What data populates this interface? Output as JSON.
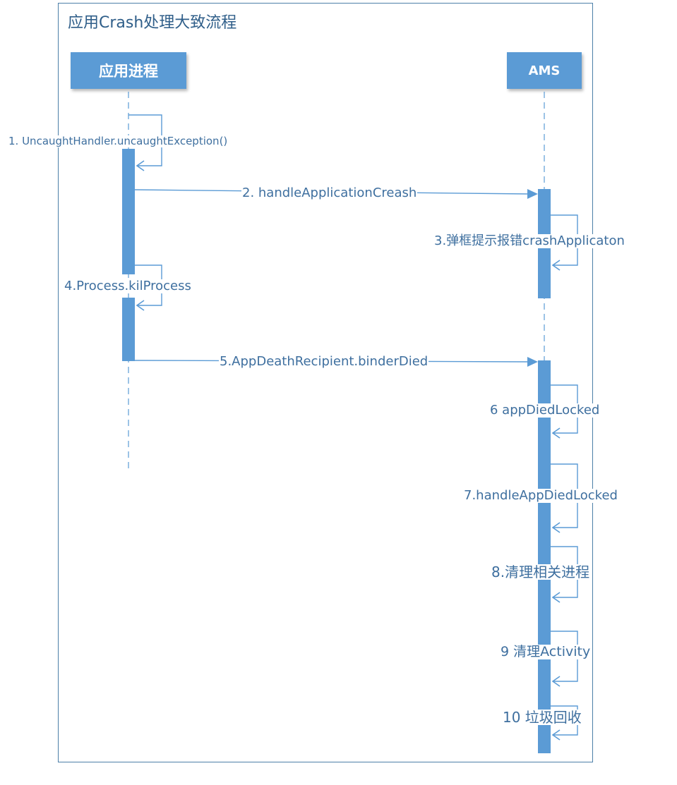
{
  "diagram": {
    "title": "应用Crash处理大致流程",
    "lanes": [
      {
        "id": "app",
        "label": "应用进程"
      },
      {
        "id": "ams",
        "label": "AMS"
      }
    ],
    "steps": [
      {
        "id": "step-1",
        "label": "1. UncaughtHandler.uncaughtException()"
      },
      {
        "id": "step-2",
        "label": "2. handleApplicationCreash"
      },
      {
        "id": "step-3",
        "label": "3.弹框提示报错crashApplicaton"
      },
      {
        "id": "step-4",
        "label": "4.Process.kilProcess"
      },
      {
        "id": "step-5",
        "label": "5.AppDeathRecipient.binderDied"
      },
      {
        "id": "step-6",
        "label": "6 appDiedLocked"
      },
      {
        "id": "step-7",
        "label": "7.handleAppDiedLocked"
      },
      {
        "id": "step-8",
        "label": "8.清理相关进程"
      },
      {
        "id": "step-9",
        "label": "9 清理Activity"
      },
      {
        "id": "step-10",
        "label": "10 垃圾回收"
      }
    ],
    "colors": {
      "accent": "#5b9bd5",
      "frame": "#4c7fa8",
      "text": "#3e6f9f"
    }
  }
}
